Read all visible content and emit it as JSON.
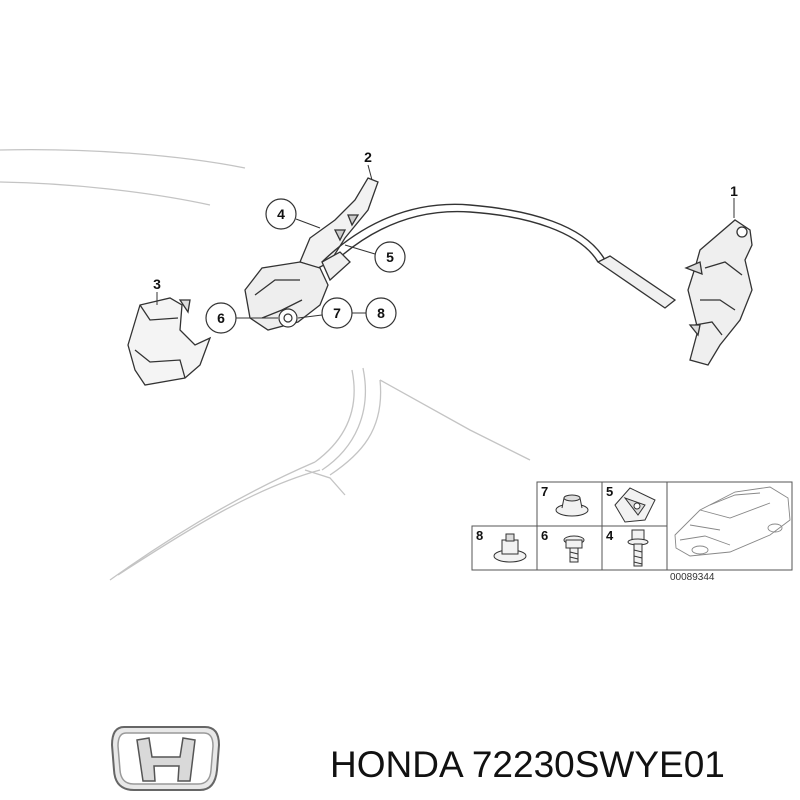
{
  "callouts": {
    "c1": "1",
    "c2": "2",
    "c3": "3",
    "c4": "4",
    "c5": "5",
    "c6": "6",
    "c7": "7",
    "c8": "8"
  },
  "hardware_table": {
    "cells": [
      {
        "label": "7"
      },
      {
        "label": "5"
      },
      {
        "label": "8"
      },
      {
        "label": "6"
      },
      {
        "label": "4"
      }
    ],
    "diagram_id": "00089344"
  },
  "caption": {
    "brand": "HONDA",
    "part_number": "72230SWYE01"
  },
  "logo": {
    "icon": "honda-h-logo-icon",
    "text": "H"
  },
  "colors": {
    "line": "#333333",
    "light_line": "#bdbdbd",
    "background": "#ffffff"
  }
}
